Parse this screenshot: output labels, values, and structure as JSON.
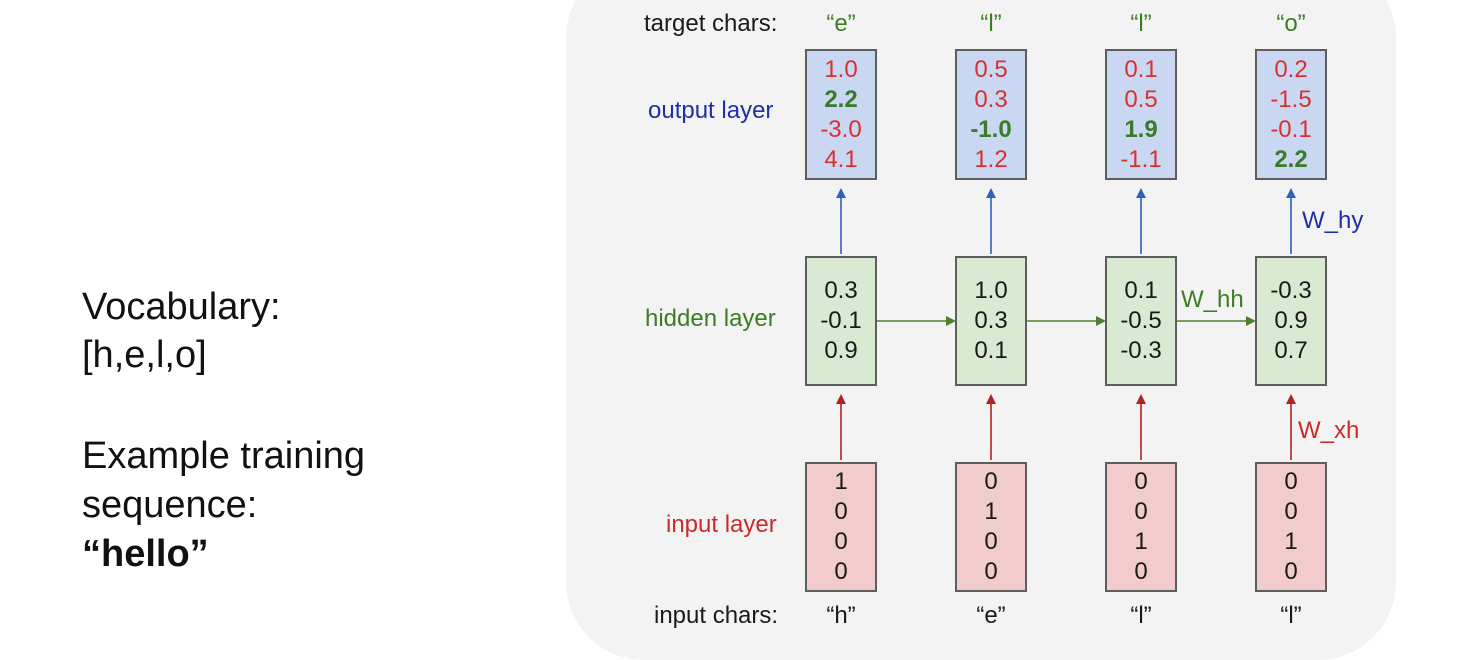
{
  "left": {
    "vocab_label": "Vocabulary:",
    "vocab_value": "[h,e,l,o]",
    "example_line1": "Example training",
    "example_line2": "sequence:",
    "example_value": "“hello”"
  },
  "labels": {
    "target_chars": "target chars:",
    "output_layer": "output layer",
    "hidden_layer": "hidden layer",
    "input_layer": "input layer",
    "input_chars": "input chars:"
  },
  "weights": {
    "w_hy": "W_hy",
    "w_hh": "W_hh",
    "w_xh": "W_xh"
  },
  "columns": [
    {
      "target": "“e”",
      "output": [
        "1.0",
        "2.2",
        "-3.0",
        "4.1"
      ],
      "output_highlight": 1,
      "hidden": [
        "0.3",
        "-0.1",
        "0.9"
      ],
      "input": [
        "1",
        "0",
        "0",
        "0"
      ],
      "input_char": "“h”"
    },
    {
      "target": "“l”",
      "output": [
        "0.5",
        "0.3",
        "-1.0",
        "1.2"
      ],
      "output_highlight": 2,
      "hidden": [
        "1.0",
        "0.3",
        "0.1"
      ],
      "input": [
        "0",
        "1",
        "0",
        "0"
      ],
      "input_char": "“e”"
    },
    {
      "target": "“l”",
      "output": [
        "0.1",
        "0.5",
        "1.9",
        "-1.1"
      ],
      "output_highlight": 2,
      "hidden": [
        "0.1",
        "-0.5",
        "-0.3"
      ],
      "input": [
        "0",
        "0",
        "1",
        "0"
      ],
      "input_char": "“l”"
    },
    {
      "target": "“o”",
      "output": [
        "0.2",
        "-1.5",
        "-0.1",
        "2.2"
      ],
      "output_highlight": 3,
      "hidden": [
        "-0.3",
        "0.9",
        "0.7"
      ],
      "input": [
        "0",
        "0",
        "1",
        "0"
      ],
      "input_char": "“l”"
    }
  ],
  "colors": {
    "output_label": "#1f2fa8",
    "hidden_label": "#3b7d23",
    "input_label": "#cc2a2a",
    "target_text": "#3b7d23",
    "arrow_output": "#2f5fbf",
    "arrow_hidden": "#4f7f2f",
    "arrow_input": "#b22222"
  }
}
